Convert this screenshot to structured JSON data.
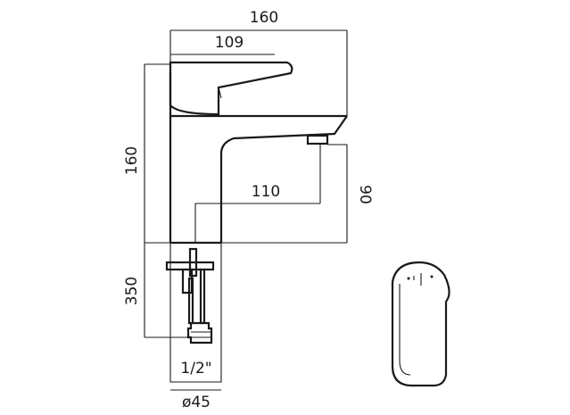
{
  "dimensions": {
    "overall_width": "160",
    "lever_length": "109",
    "overall_height": "160",
    "spout_reach": "110",
    "spout_height": "90",
    "tail_length": "350",
    "thread": "1/2\"",
    "base_diameter": "ø45"
  },
  "colors": {
    "line": "#1a1a1a",
    "background": "#ffffff"
  }
}
